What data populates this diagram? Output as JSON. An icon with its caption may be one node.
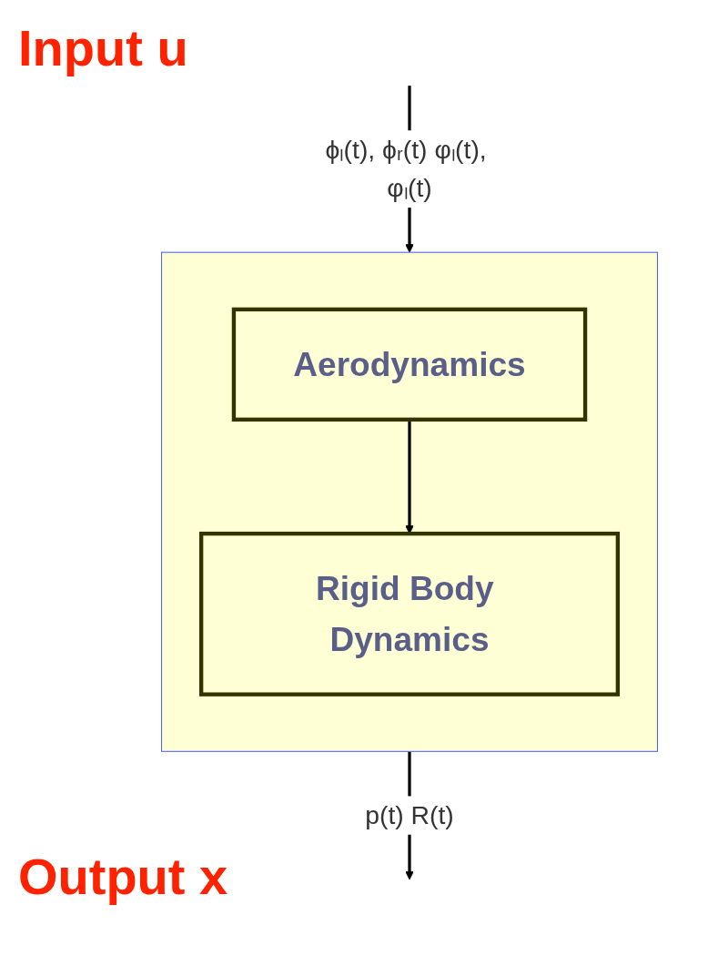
{
  "diagram": {
    "nodes": [
      {
        "text": [],
        "shape": "box"
      },
      {
        "text": [
          "Aerodynamics"
        ],
        "in": 0
      },
      {
        "text": [
          "Rigid Body Dynamics"
        ],
        "in": 0
      }
    ],
    "edges": [
      {
        "from": null,
        "to": 0,
        "arrow": "to",
        "label": "ϕₗ(t), ϕᵣ(t) φₗ(t), φₗ(t)"
      },
      {
        "from": 1,
        "to": 2,
        "arrow": "to"
      },
      {
        "from": 0,
        "to": null,
        "arrow": "to",
        "label": "p(t) R(t)"
      }
    ],
    "labels": [
      "Input u",
      "Output x"
    ]
  }
}
